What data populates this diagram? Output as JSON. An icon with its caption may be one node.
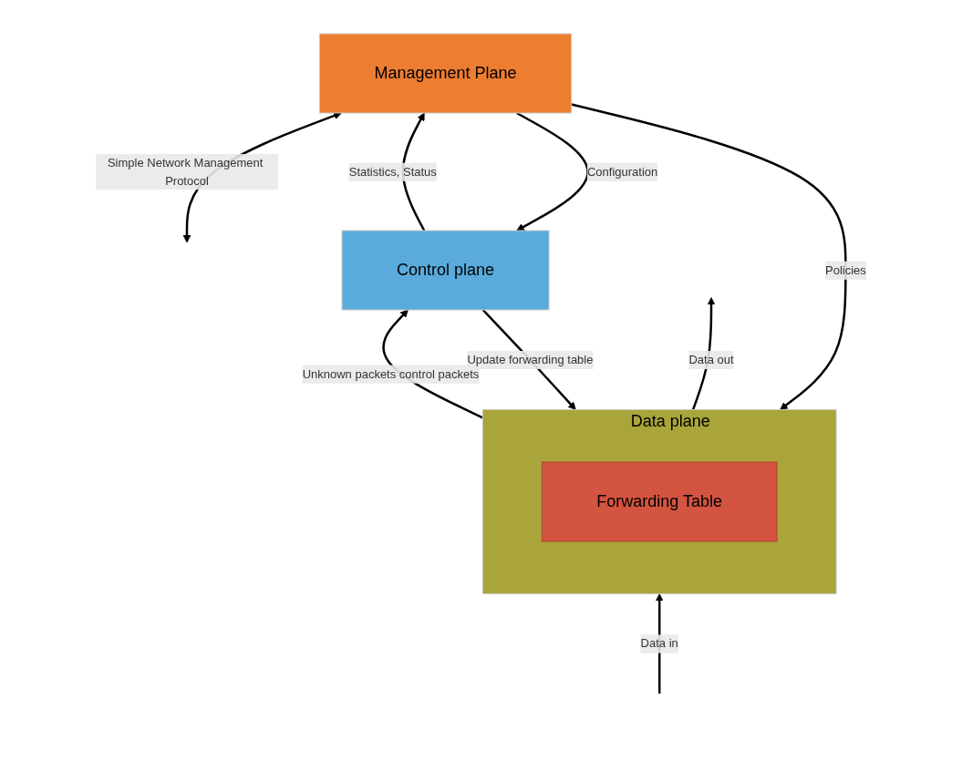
{
  "diagram": {
    "nodes": [
      {
        "text": [
          "Management Plane"
        ]
      },
      {
        "text": [
          "Control plane"
        ]
      },
      {
        "text": [
          "Data plane"
        ]
      },
      {
        "text": [
          "Forwarding Table"
        ],
        "in": 2
      }
    ],
    "edges": [
      {
        "from": null,
        "to": 0,
        "arrow": "both",
        "label": "Simple Network Management Protocol"
      },
      {
        "from": 1,
        "to": 0,
        "arrow": "to",
        "label": "Statistics, Status"
      },
      {
        "from": 0,
        "to": 1,
        "arrow": "to",
        "label": "Configuration"
      },
      {
        "from": 2,
        "to": 1,
        "arrow": "to",
        "label": "Unknown packets control packets"
      },
      {
        "from": 1,
        "to": 2,
        "arrow": "to",
        "label": "Update forwarding table"
      },
      {
        "from": 0,
        "to": 2,
        "arrow": "to",
        "label": "Policies"
      },
      {
        "from": null,
        "to": 2,
        "arrow": "to",
        "label": "Data in"
      },
      {
        "from": 2,
        "to": null,
        "arrow": "to",
        "label": "Data out"
      }
    ]
  }
}
